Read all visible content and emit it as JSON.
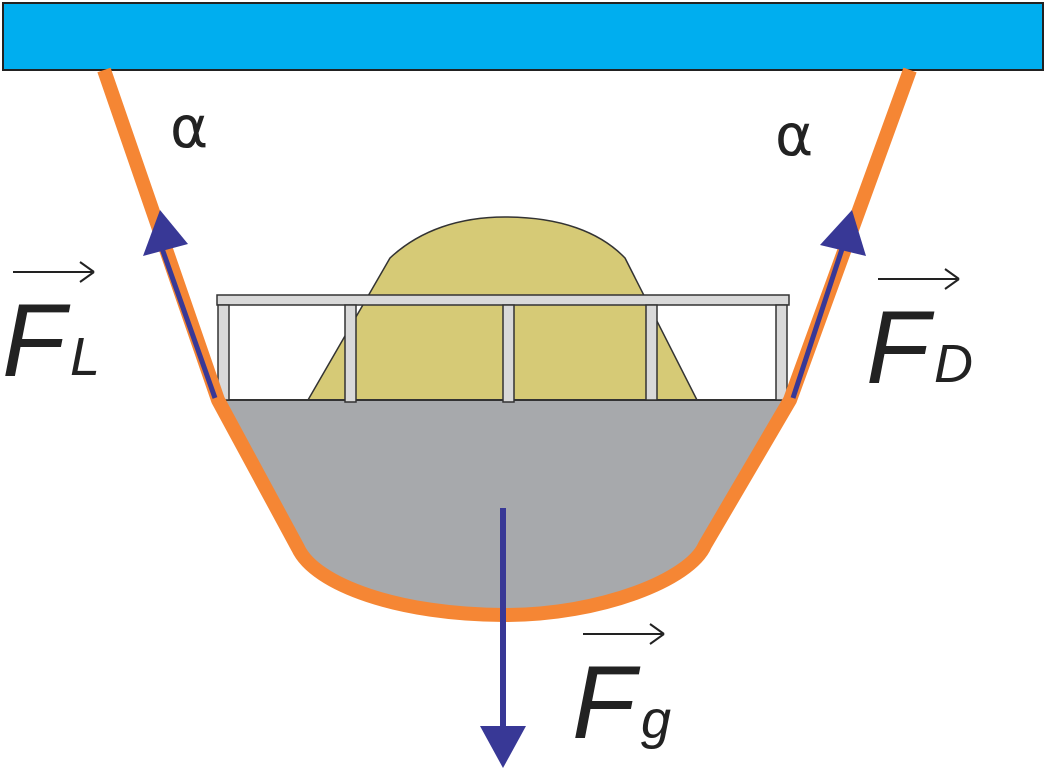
{
  "labels": {
    "force_left_main": "F",
    "force_left_sub": "L",
    "force_right_main": "F",
    "force_right_sub": "D",
    "force_gravity_main": "F",
    "force_gravity_sub": "g",
    "angle_left": "α",
    "angle_right": "α"
  },
  "colors": {
    "ceiling": "#00aeef",
    "rope": "#f58634",
    "force_arrow": "#383896",
    "load": "#d6ca76",
    "bucket": "#a7a9ac",
    "frame": "#d9d9d9"
  }
}
